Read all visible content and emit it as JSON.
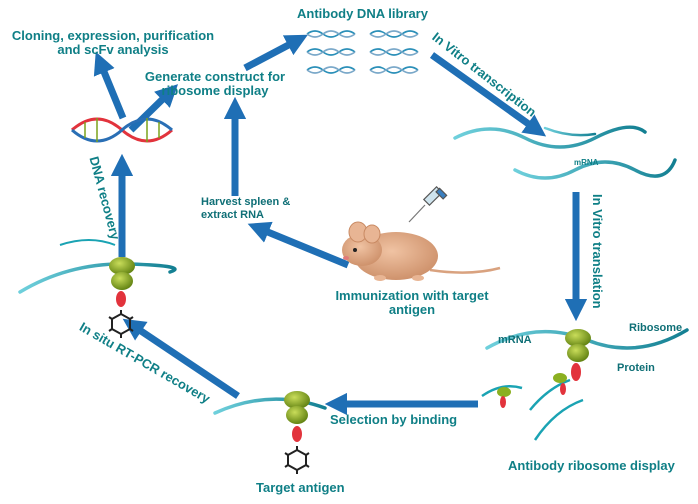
{
  "labels": {
    "antibody_library": "Antibody DNA library",
    "in_vitro_transcription": "In Vitro transcription",
    "mrna_small": "mRNA",
    "in_vitro_translation": "In Vitro translation",
    "mrna": "mRNA",
    "ribosome": "Ribosome",
    "protein": "Protein",
    "antibody_ribosome_display": "Antibody ribosome display",
    "selection_by_binding": "Selection by binding",
    "target_antigen": "Target antigen",
    "in_situ_rtpcr": "In situ RT-PCR recovery",
    "dna_recovery": "DNA recovery",
    "cloning_line1": "Cloning, expression, purification",
    "cloning_line2": "and scFv analysis",
    "generate_line1": "Generate construct  for",
    "generate_line2": "ribosome display",
    "harvest_line1": "Harvest spleen &",
    "harvest_line2": "extract RNA",
    "immunization_line1": "Immunization with target",
    "immunization_line2": "antigen"
  },
  "colors": {
    "arrow_blue": "#1f6fb5",
    "text_teal": "#0f7f86",
    "strand_teal": "#1aa3b3",
    "ribosome_green": "#7aa21a",
    "protein_red": "#e2333c",
    "mouse_skin": "#d9a27f"
  },
  "icons": [
    "dna-library-icon",
    "mrna-strand-icon",
    "ribosome-icon",
    "antigen-icon",
    "mouse-icon",
    "syringe-icon",
    "dna-helix-icon"
  ]
}
